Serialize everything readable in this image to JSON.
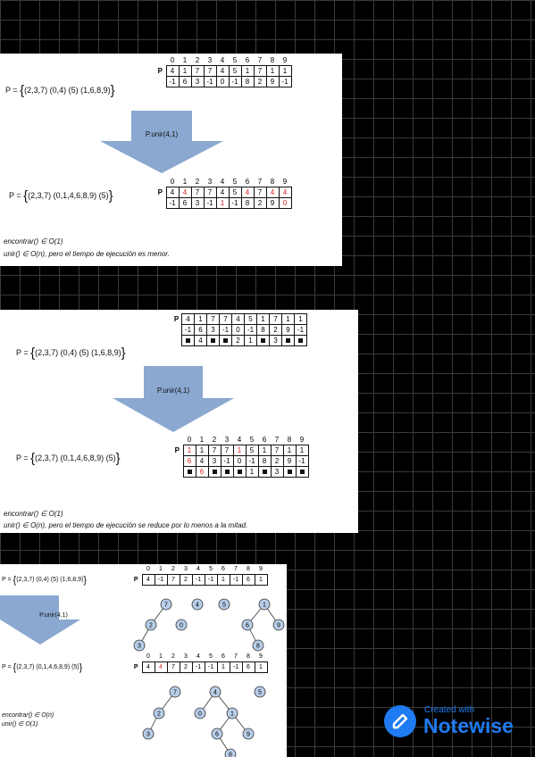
{
  "slide1": {
    "indices": [
      "0",
      "1",
      "2",
      "3",
      "4",
      "5",
      "6",
      "7",
      "8",
      "9"
    ],
    "array_label": "P",
    "before_eq": {
      "prefix": "P = ",
      "sets": "(2,3,7) (0,4) (5) (1,6,8,9)"
    },
    "before_row1": [
      "4",
      "1",
      "7",
      "7",
      "4",
      "5",
      "1",
      "7",
      "1",
      "1"
    ],
    "before_row2": [
      "-1",
      "6",
      "3",
      "-1",
      "0",
      "-1",
      "8",
      "2",
      "9",
      "-1"
    ],
    "op": "P.unir(4,1)",
    "after_eq": {
      "prefix": "P = ",
      "sets": "(2,3,7) (0,1,4,6,8,9) (5)"
    },
    "after_row1": [
      "4",
      "4",
      "7",
      "7",
      "4",
      "5",
      "4",
      "7",
      "4",
      "4"
    ],
    "after_row2": [
      "-1",
      "6",
      "3",
      "-1",
      "1",
      "-1",
      "8",
      "2",
      "9",
      "0"
    ],
    "note1": "encontrar() ∈ O(1)",
    "note2": "unir() ∈ O(n), pero el tiempo de ejecución es menor."
  },
  "slide2": {
    "array_label": "P",
    "indices": [
      "0",
      "1",
      "2",
      "3",
      "4",
      "5",
      "6",
      "7",
      "8",
      "9"
    ],
    "before_eq": {
      "prefix": "P = ",
      "sets": "(2,3,7) (0,4) (5) (1,6,8,9)"
    },
    "before_row1": [
      "4",
      "1",
      "7",
      "7",
      "4",
      "5",
      "1",
      "7",
      "1",
      "1"
    ],
    "before_row2": [
      "-1",
      "6",
      "3",
      "-1",
      "0",
      "-1",
      "8",
      "2",
      "9",
      "-1"
    ],
    "before_row3": [
      "■",
      "4",
      "■",
      "■",
      "2",
      "1",
      "■",
      "3",
      "■",
      "■"
    ],
    "op": "P.unir(4,1)",
    "after_eq": {
      "prefix": "P = ",
      "sets": "(2,3,7) (0,1,4,6,8,9) (5)"
    },
    "after_row1": [
      "1",
      "1",
      "7",
      "7",
      "1",
      "5",
      "1",
      "7",
      "1",
      "1"
    ],
    "after_row2": [
      "6",
      "4",
      "3",
      "-1",
      "0",
      "-1",
      "8",
      "2",
      "9",
      "-1"
    ],
    "after_row3": [
      "■",
      "6",
      "■",
      "■",
      "■",
      "1",
      "■",
      "3",
      "■",
      "■"
    ],
    "note1": "encontrar() ∈ O(1)",
    "note2": "unir() ∈ O(n), pero el tiempo de ejecución se reduce por lo menos a la mitad."
  },
  "slide3": {
    "array_label": "P",
    "indices": [
      "0",
      "1",
      "2",
      "3",
      "4",
      "5",
      "6",
      "7",
      "8",
      "9"
    ],
    "before_eq": {
      "prefix": "P = ",
      "sets": "(2,3,7) (0,4) (5) (1,6,8,9)"
    },
    "before_row": [
      "4",
      "-1",
      "7",
      "2",
      "-1",
      "-1",
      "1",
      "-1",
      "6",
      "1"
    ],
    "op": "P.unir(4,1)",
    "after_eq": {
      "prefix": "P = ",
      "sets": "(2,3,7) (0,1,4,6,8,9) (5)"
    },
    "after_row": [
      "4",
      "4",
      "7",
      "2",
      "-1",
      "-1",
      "1",
      "-1",
      "6",
      "1"
    ],
    "tree_top": [
      "7",
      "4",
      "5",
      "1",
      "2",
      "0",
      "6",
      "9",
      "3",
      "8"
    ],
    "tree_bottom": [
      "7",
      "4",
      "5",
      "2",
      "0",
      "1",
      "3",
      "6",
      "9",
      "8"
    ],
    "note1": "encontrar() ∈ O(n)",
    "note2": "unir() ∈ O(1)"
  },
  "logo": {
    "small": "Created with",
    "big": "Notewise"
  },
  "colors": {
    "accent": "#1f7bf2",
    "arrow": "#8aa8d0",
    "highlight": "#d22"
  }
}
